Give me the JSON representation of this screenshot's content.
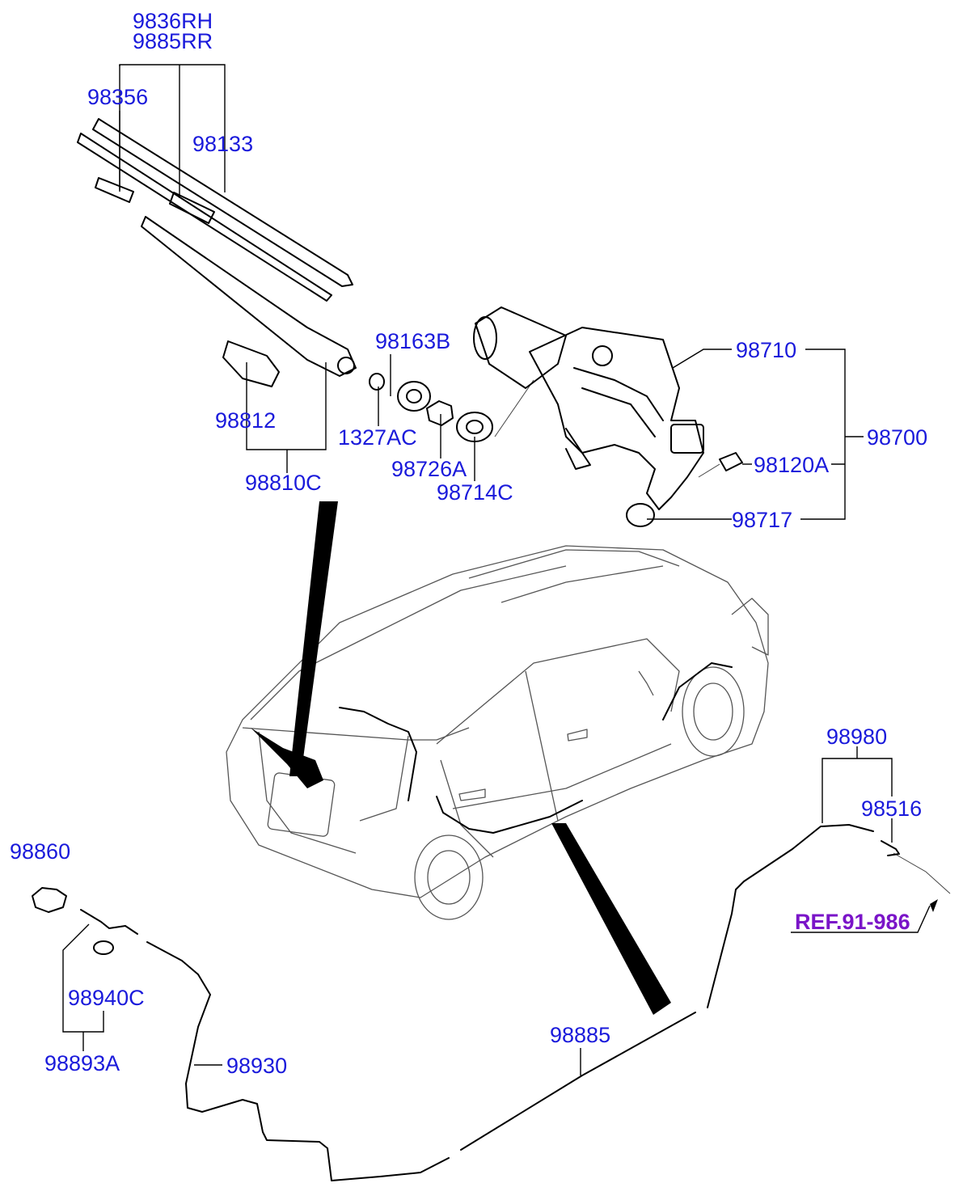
{
  "labels": {
    "p9836rh": "9836RH",
    "p9885rr": "9885RR",
    "p98356": "98356",
    "p98133": "98133",
    "p98163b": "98163B",
    "p98710": "98710",
    "p98700": "98700",
    "p98812": "98812",
    "p1327ac": "1327AC",
    "p98726a": "98726A",
    "p98714c": "98714C",
    "p98810c": "98810C",
    "p98120a": "98120A",
    "p98717": "98717",
    "p98980": "98980",
    "p98516": "98516",
    "p98860": "98860",
    "p98940c": "98940C",
    "p98893a": "98893A",
    "p98930": "98930",
    "p98885": "98885",
    "ref": "REF.91-986"
  },
  "colors": {
    "label": "#1a1adb",
    "reference": "#7a14c8",
    "line": "#000000"
  }
}
